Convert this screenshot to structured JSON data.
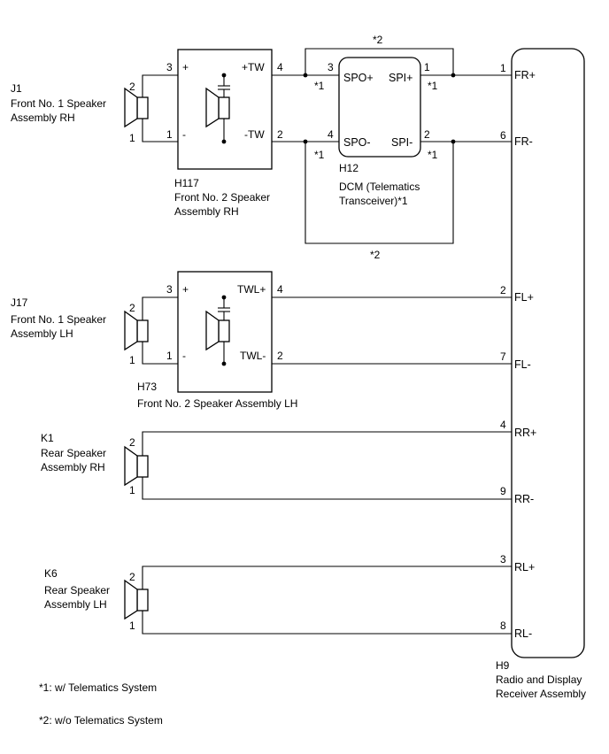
{
  "speakers": {
    "j1": {
      "code": "J1",
      "name_line1": "Front No. 1 Speaker",
      "name_line2": "Assembly RH",
      "pin_top": "2",
      "pin_bottom": "1"
    },
    "j17": {
      "code": "J17",
      "name_line1": "Front No. 1 Speaker",
      "name_line2": "Assembly LH",
      "pin_top": "2",
      "pin_bottom": "1"
    },
    "k1": {
      "code": "K1",
      "name_line1": "Rear Speaker",
      "name_line2": "Assembly RH",
      "pin_top": "2",
      "pin_bottom": "1"
    },
    "k6": {
      "code": "K6",
      "name_line1": "Rear Speaker",
      "name_line2": "Assembly LH",
      "pin_top": "2",
      "pin_bottom": "1"
    }
  },
  "tweeter_rh": {
    "code": "H117",
    "name_line1": "Front No. 2 Speaker",
    "name_line2": "Assembly RH",
    "in_pos_pin": "3",
    "in_pos_sign": "+",
    "in_neg_pin": "1",
    "in_neg_sign": "-",
    "out_pos_label": "+TW",
    "out_pos_pin": "4",
    "out_neg_label": "-TW",
    "out_neg_pin": "2"
  },
  "tweeter_lh": {
    "code": "H73",
    "name": "Front No. 2 Speaker Assembly LH",
    "in_pos_pin": "3",
    "in_pos_sign": "+",
    "in_neg_pin": "1",
    "in_neg_sign": "-",
    "out_pos_label": "TWL+",
    "out_pos_pin": "4",
    "out_neg_label": "TWL-",
    "out_neg_pin": "2"
  },
  "dcm": {
    "code": "H12",
    "name_line1": "DCM (Telematics",
    "name_line2": "Transceiver)*1",
    "spo_pos_label": "SPO+",
    "spo_pos_pin": "3",
    "spi_pos_label": "SPI+",
    "spi_pos_pin": "1",
    "spo_neg_label": "SPO-",
    "spo_neg_pin": "4",
    "spi_neg_label": "SPI-",
    "spi_neg_pin": "2"
  },
  "marks": {
    "star1": "*1",
    "star2": "*2"
  },
  "receiver": {
    "code": "H9",
    "name_line1": "Radio and Display",
    "name_line2": "Receiver Assembly",
    "pins": [
      {
        "pin": "1",
        "label": "FR+"
      },
      {
        "pin": "6",
        "label": "FR-"
      },
      {
        "pin": "2",
        "label": "FL+"
      },
      {
        "pin": "7",
        "label": "FL-"
      },
      {
        "pin": "4",
        "label": "RR+"
      },
      {
        "pin": "9",
        "label": "RR-"
      },
      {
        "pin": "3",
        "label": "RL+"
      },
      {
        "pin": "8",
        "label": "RL-"
      }
    ]
  },
  "notes": {
    "note1": "*1: w/ Telematics System",
    "note2": "*2: w/o Telematics System"
  }
}
